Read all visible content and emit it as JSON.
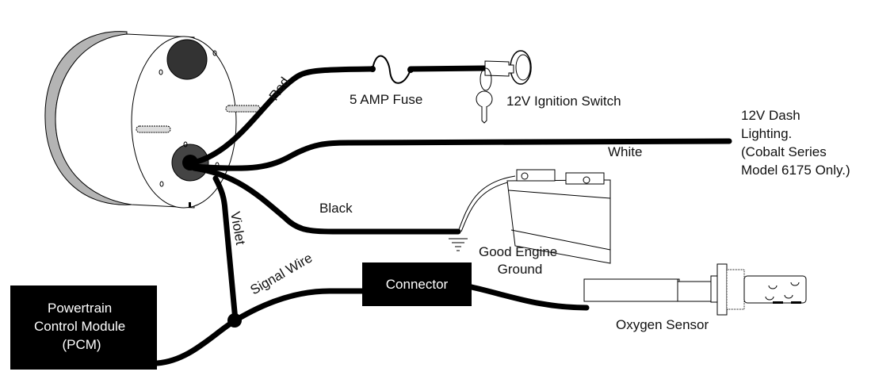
{
  "labels": {
    "red": "Red",
    "fuse": "5 AMP Fuse",
    "ignition": "12V Ignition Switch",
    "dash_lines": [
      "12V Dash",
      "Lighting.",
      "(Cobalt Series",
      "Model 6175 Only.)"
    ],
    "white": "White",
    "black": "Black",
    "violet": "Violet",
    "signal_wire": "Signal Wire",
    "ground_lines": [
      "Good Engine",
      "Ground"
    ],
    "connector": "Connector",
    "pcm_lines": [
      "Powertrain",
      "Control Module",
      "(PCM)"
    ],
    "oxygen_sensor": "Oxygen Sensor"
  },
  "colors": {
    "wire": "#000000",
    "bezel": "#b4b4b4",
    "knob": "#333333"
  }
}
